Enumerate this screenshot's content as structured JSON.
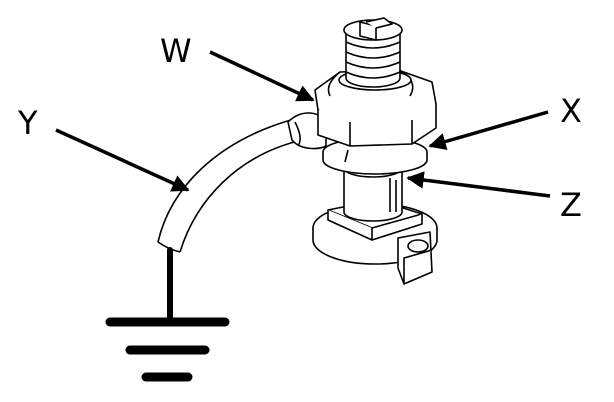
{
  "labels": {
    "w": "W",
    "x": "X",
    "y": "Y",
    "z": "Z"
  },
  "colors": {
    "line": "#000000",
    "fill": "#ffffff"
  }
}
